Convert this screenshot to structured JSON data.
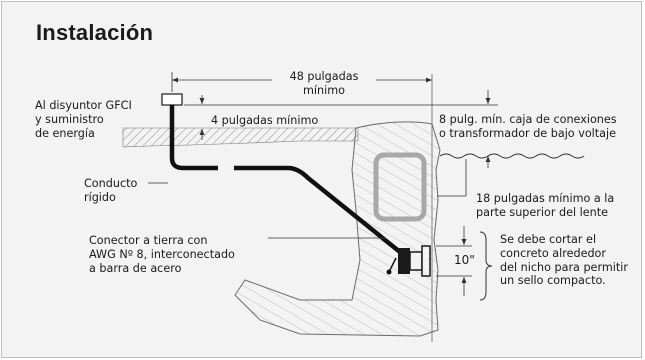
{
  "title": "Instalación",
  "labels": {
    "gfci": [
      "Al disyuntor GFCI",
      "y suministro",
      "de energía"
    ],
    "top_span": [
      "48 pulgadas",
      "mínimo"
    ],
    "min4": "4 pulgadas mínimo",
    "junction_box": [
      "8 pulg. mín. caja de conexiones",
      "o transformador de bajo voltaje"
    ],
    "conduit": [
      "Conducto",
      "rígido"
    ],
    "min18": [
      "18 pulgadas mínimo a la",
      "parte superior del lente"
    ],
    "ground": [
      "Conector a tierra con",
      "AWG Nº 8, interconectado",
      "a barra de acero"
    ],
    "dim10": "10\"",
    "concrete": [
      "Se debe cortar el",
      "concreto alrededor",
      "del nicho para permitir",
      "un sello compacto."
    ]
  },
  "colors": {
    "background": "#f3f3f3",
    "line": "#1a1a1a",
    "hatch": "#8a8a8a",
    "niche": "#a8a8a8"
  }
}
